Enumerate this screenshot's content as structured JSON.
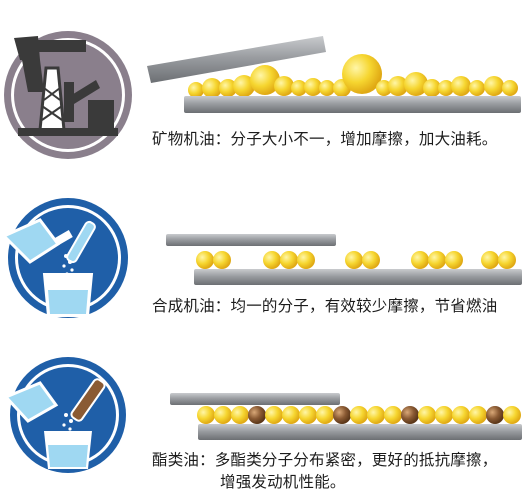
{
  "captions": {
    "mineral": "矿物机油：分子大小不一，增加摩擦，加大油耗。",
    "synthetic": "合成机油：均一的分子，有效较少摩擦，节省燃油",
    "ester_line1": "酯类油：多酯类分子分布紧密，更好的抵抗摩擦，",
    "ester_line2": "增强发动机性能。"
  },
  "colors": {
    "oil_yellow": "#f6d630",
    "oil_highlight": "#fff6a8",
    "ester_brown": "#8a5a33",
    "bar_gray": "#8f9296",
    "circle_blue": "#1f5fa8",
    "circle_gray": "#8a7f8c",
    "beaker_light": "#9fd8f2"
  },
  "icons": {
    "mineral": "oil-derrick-icon",
    "synthetic": "lab-flask-pour-icon",
    "ester": "lab-flask-tube-pour-icon"
  }
}
